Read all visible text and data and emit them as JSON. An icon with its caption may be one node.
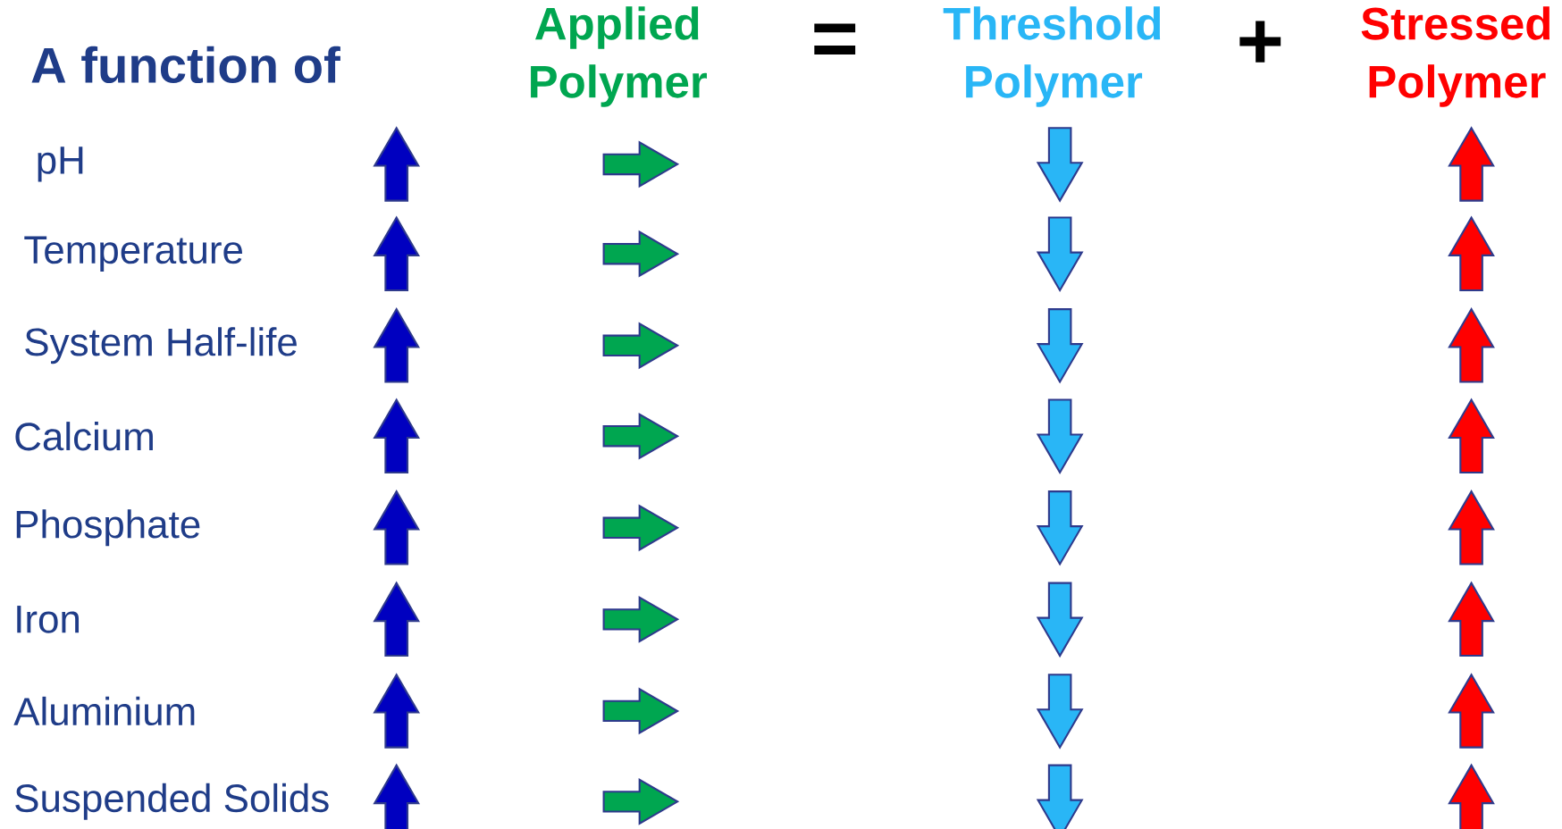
{
  "diagram": {
    "title": "A function of",
    "labels": [
      "Applied Polymer",
      "=",
      "Threshold Polymer",
      "+",
      "Stressed Polymer",
      "pH",
      "Temperature",
      "System Half-life",
      "Calcium",
      "Phosphate",
      "Iron",
      "Aluminium",
      "Suspended Solids"
    ]
  }
}
